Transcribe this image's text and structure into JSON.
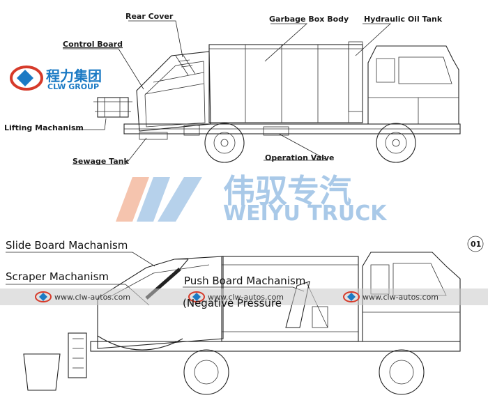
{
  "top_labels": {
    "rear_cover": "Rear Cover",
    "garbage_box_body": "Garbage Box Body",
    "hydraulic_oil_tank": "Hydraulic Oil Tank",
    "control_board": "Control Board",
    "lifting_mechanism": "Lifting Machanism",
    "sewage_tank": "Sewage Tank",
    "operation_valve": "Operation Valve"
  },
  "bottom_labels": {
    "slide_board_mechanism": "Slide Board Machanism",
    "scraper_mechanism": "Scraper Machanism",
    "push_board_mechanism": "Push Board Machanism",
    "negative_pressure": "(Negative Pressure"
  },
  "figure_number": "01",
  "logo": {
    "chinese": "程力集团",
    "english": "CLW GROUP"
  },
  "watermark": {
    "chinese": "伟驭专汽",
    "english": "WEIYU TRUCK",
    "url": "www.clw-autos.com",
    "url_count": 3
  },
  "colors": {
    "line": "#222222",
    "brand_blue": "#1b7ac4",
    "brand_red": "#d63a2a",
    "watermark_blue": "#a9c9e8",
    "watermark_orange": "#f2b59a",
    "banner_gray": "#c8c8c8"
  }
}
